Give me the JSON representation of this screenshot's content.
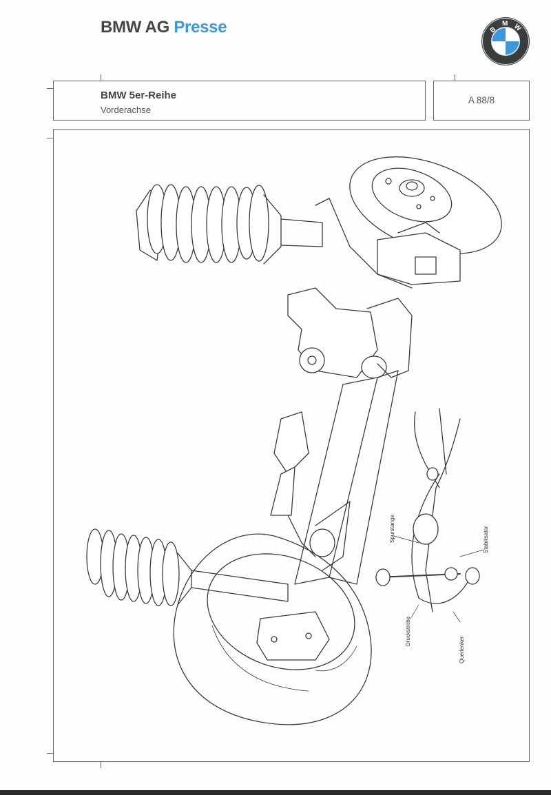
{
  "header": {
    "brand_prefix": "BMW AG",
    "brand_suffix": "Presse",
    "logo_text": "BMW",
    "accent_color": "#3d97dd",
    "dark_color": "#444748"
  },
  "title_block": {
    "title": "BMW 5er-Reihe",
    "subtitle": "Vorderachse",
    "document_code": "A 88/8"
  },
  "illustration": {
    "subject": "Front axle exploded technical drawing",
    "labels": [
      {
        "text": "Spurstange"
      },
      {
        "text": "Stabilisator"
      },
      {
        "text": "Druckstrebe"
      },
      {
        "text": "Querlenker"
      }
    ]
  }
}
